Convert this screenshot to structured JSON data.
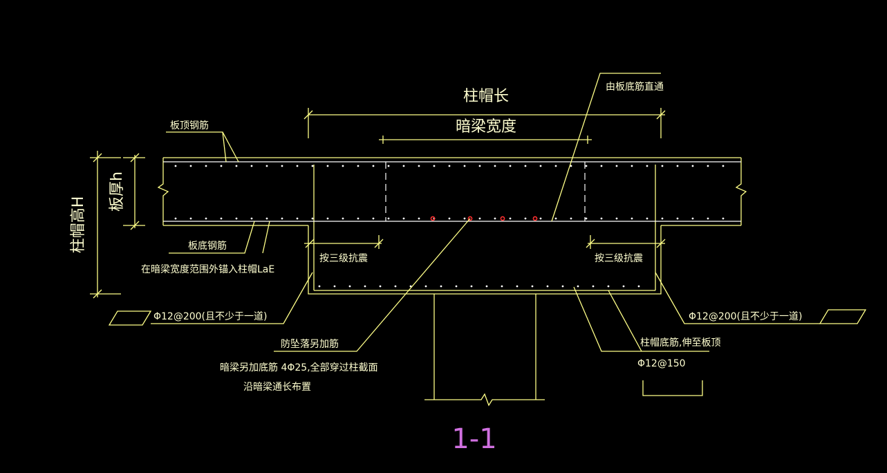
{
  "section_label": "1-1",
  "colors": {
    "background": "#000000",
    "line": "#ffff88",
    "rebar": "#ffffff",
    "rebar_highlight": "#ff3030",
    "section_label": "#d070e0",
    "text": "#ffffd0"
  },
  "labels": {
    "cap_length": "柱帽长",
    "hidden_beam_width": "暗梁宽度",
    "slab_top_rebar": "板顶钢筋",
    "slab_bottom_through": "由板底筋直通",
    "slab_thickness": "板厚h",
    "cap_height": "柱帽高H",
    "slab_bottom_rebar": "板底钢筋",
    "anchor_note": "在暗梁宽度范围外锚入柱帽LaE",
    "seismic_left": "按三级抗震",
    "seismic_right": "按三级抗震",
    "stirrup_left": "Φ12@200(且不少于一道)",
    "stirrup_right": "Φ12@200(且不少于一道)",
    "anti_collapse": "防坠落另加筋",
    "beam_extra_bottom": "暗梁另加底筋 4Φ25,全部穿过柱截面",
    "beam_full_length": "沿暗梁通长布置",
    "cap_bottom_rebar": "柱帽底筋,伸至板顶",
    "cap_bottom_spacing": "Φ12@150"
  }
}
